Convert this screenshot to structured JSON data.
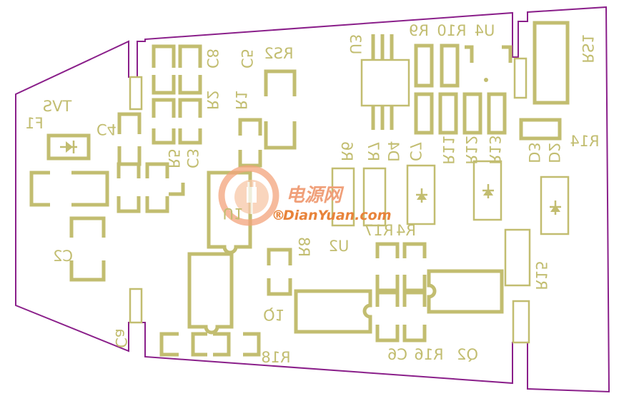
{
  "labels": {
    "tvs": "TVS",
    "f1": "F1",
    "c4": "C4",
    "c2": "C2",
    "ca": "Ca",
    "c8": "C8",
    "c5": "C5",
    "c3": "C3",
    "r1": "R1",
    "r2": "R2",
    "r5": "R5",
    "rs2": "RS2",
    "u1": "U1",
    "r8": "R8",
    "q1": "Q1",
    "r18": "R18",
    "u3": "U3",
    "r9": "R9",
    "r10": "R10",
    "u4": "U4",
    "rs1": "RS1",
    "r6": "R6",
    "r7": "R7",
    "d4": "D4",
    "c7": "C7",
    "r11": "R11",
    "r12": "R12",
    "r13": "R13",
    "d3": "D3",
    "d2": "D2",
    "r14": "R14",
    "u2": "U2",
    "r4": "R4",
    "r17": "R17",
    "r15": "R15",
    "q2": "Q2",
    "r16": "R16",
    "c6": "C6"
  },
  "watermark": {
    "cn": "电源网",
    "en": "DianYuan.com",
    "reg": "®"
  },
  "colors": {
    "silkscreen": "#c2bd70",
    "outline": "#8a1f8a",
    "watermark": "#e8833a"
  }
}
